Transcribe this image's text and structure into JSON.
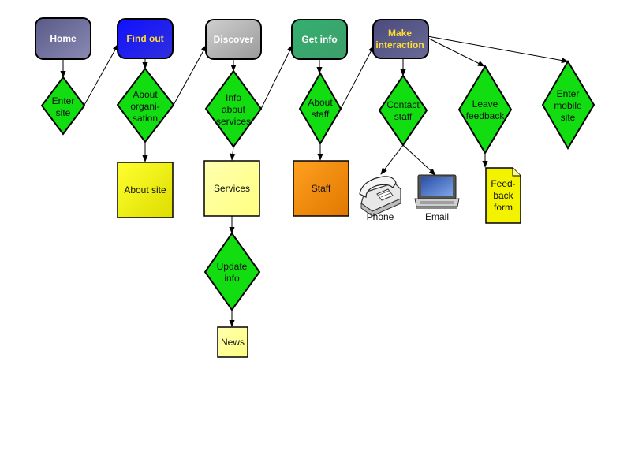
{
  "nodes": {
    "home": {
      "label": [
        "Home"
      ]
    },
    "find_out": {
      "label": [
        "Find out"
      ]
    },
    "discover": {
      "label": [
        "Discover"
      ]
    },
    "get_info": {
      "label": [
        "Get info"
      ]
    },
    "make_interaction": {
      "label": [
        "Make",
        "interaction"
      ]
    },
    "enter_site": {
      "label": [
        "Enter",
        "site"
      ]
    },
    "about_organisation": {
      "label": [
        "About",
        "organi-",
        "sation"
      ]
    },
    "info_about_services": {
      "label": [
        "Info",
        "about",
        "services"
      ]
    },
    "about_staff": {
      "label": [
        "About",
        "staff"
      ]
    },
    "contact_staff": {
      "label": [
        "Contact",
        "staff"
      ]
    },
    "leave_feedback": {
      "label": [
        "Leave",
        "feedback"
      ]
    },
    "enter_mobile_site": {
      "label": [
        "Enter",
        "mobile",
        "site"
      ]
    },
    "about_site": {
      "label": [
        "About site"
      ]
    },
    "services": {
      "label": [
        "Services"
      ]
    },
    "staff": {
      "label": [
        "Staff"
      ]
    },
    "update_info": {
      "label": [
        "Update",
        "info"
      ]
    },
    "news": {
      "label": [
        "News"
      ]
    },
    "feedback_form": {
      "label": [
        "Feed-",
        "back",
        "form"
      ]
    },
    "phone": {
      "label": [
        "Phone"
      ],
      "icon": "telephone-icon"
    },
    "email": {
      "label": [
        "Email"
      ],
      "icon": "laptop-icon"
    }
  },
  "colors": {
    "home": "#6e6e9a",
    "find_out": "#2222ee",
    "discover": "#b0b0b0",
    "get_info": "#3aaa6e",
    "make_interaction": "#5a5a8a",
    "decision": "#11dd11",
    "yellow_box": "#f3f300",
    "pale_box": "#ffff99",
    "orange_box": "#f09010",
    "accent_text": "#ffdd33"
  }
}
